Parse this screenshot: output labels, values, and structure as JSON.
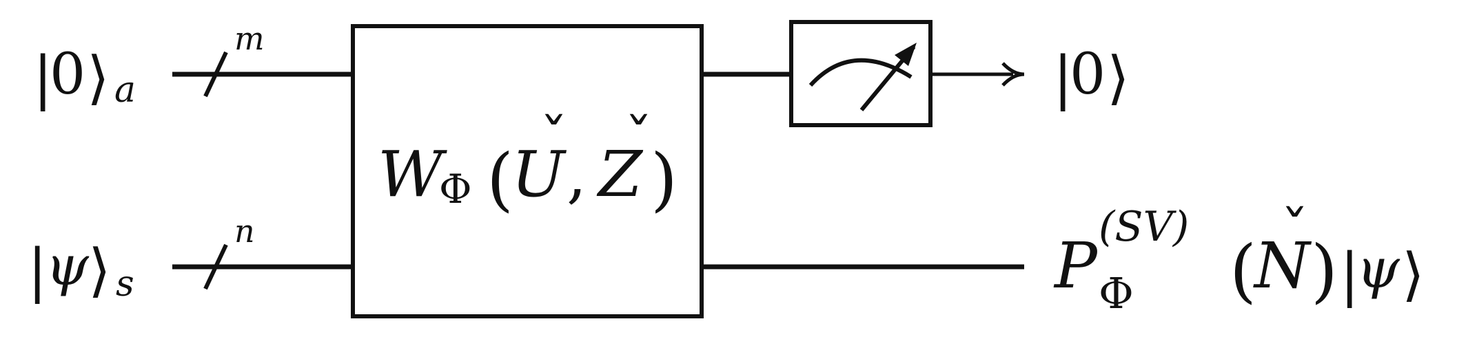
{
  "inputs": {
    "ancilla": {
      "ket": "0",
      "subscript": "a",
      "wire_count": "m"
    },
    "system": {
      "ket": "ψ",
      "subscript": "s",
      "wire_count": "n"
    }
  },
  "gate": {
    "W": "W",
    "phi": "Φ",
    "U": "U",
    "Z": "Z",
    "accent": "ˇ"
  },
  "outputs": {
    "ancilla_result": "0",
    "system_result": {
      "P": "P",
      "sub": "Φ",
      "sup": "(SV)",
      "N": "N",
      "accent": "ˇ",
      "ket": "ψ"
    }
  },
  "glyphs": {
    "open": "(",
    "close": ")",
    "comma": ",",
    "bar": "|",
    "rangle": "⟩"
  },
  "icons": [
    "measurement-meter-icon",
    "arrow-right-icon"
  ]
}
